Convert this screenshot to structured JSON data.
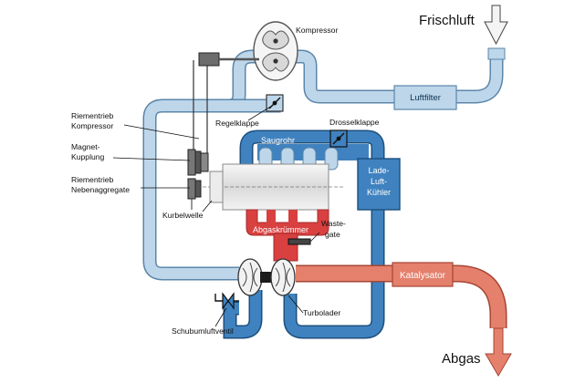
{
  "labels": {
    "frischluft": "Frischluft",
    "abgas": "Abgas",
    "kompressor": "Kompressor",
    "luftfilter": "Luftfilter",
    "regelklappe": "Regelklappe",
    "drosselklappe": "Drosselklappe",
    "riementrieb_kompressor_1": "Riementrieb",
    "riementrieb_kompressor_2": "Kompressor",
    "magnet_kupplung_1": "Magnet-",
    "magnet_kupplung_2": "Kupplung",
    "riementrieb_nebenaggregate_1": "Riementrieb",
    "riementrieb_nebenaggregate_2": "Nebenaggregate",
    "kurbelwelle": "Kurbelwelle",
    "saugrohr": "Saugrohr",
    "ladeluftkuehler_1": "Lade-",
    "ladeluftkuehler_2": "Luft-",
    "ladeluftkuehler_3": "Kühler",
    "abgaskruemmer": "Abgaskrümmer",
    "wastegate_1": "Waste-",
    "wastegate_2": "gate",
    "katalysator": "Katalysator",
    "turbolader": "Turbolader",
    "schubumluftventil": "Schubumluftventil"
  },
  "colors": {
    "intake_light": "#bdd6ea",
    "intake_light_edge": "#5b86aa",
    "charge_blue": "#3f82bf",
    "charge_blue_edge": "#1d4f7d",
    "exhaust_red": "#e4806c",
    "exhaust_red_edge": "#a64634",
    "manifold_red": "#d94040",
    "engine_light": "#e9e9e9"
  }
}
